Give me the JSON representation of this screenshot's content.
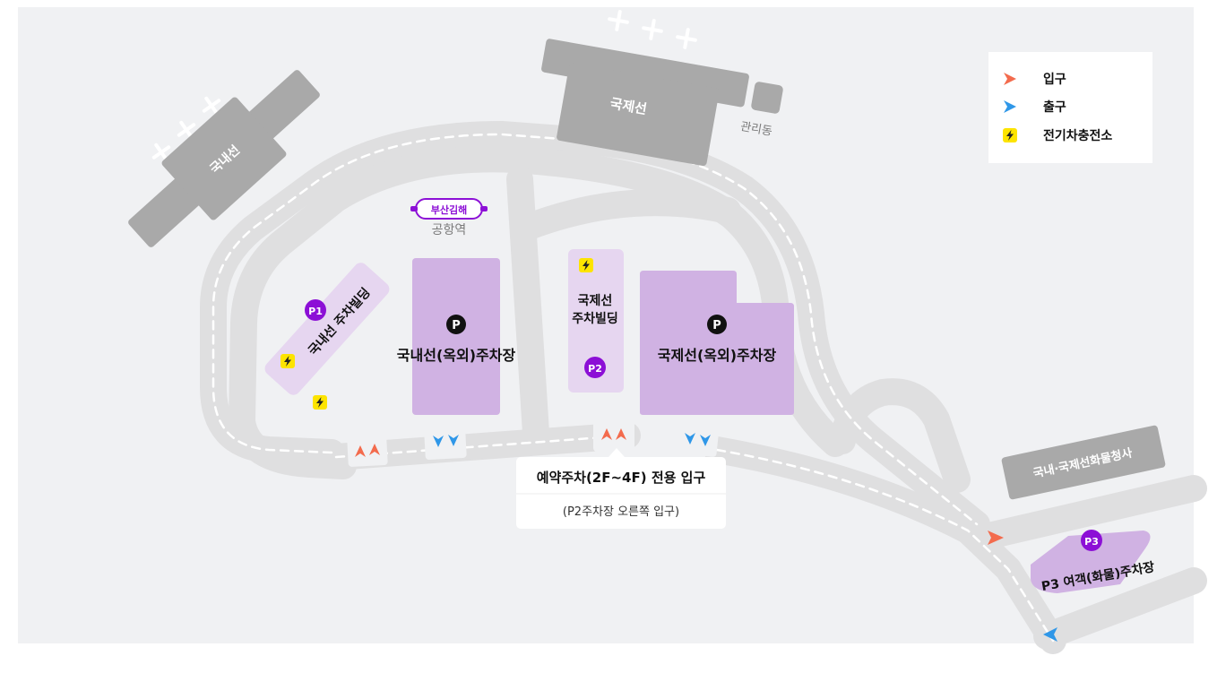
{
  "map": {
    "buildings": {
      "domestic_terminal": "국내선",
      "international_terminal": "국제선",
      "management_building": "관리동",
      "cargo_office": "국내·국제선화물청사"
    },
    "station": {
      "badge": "부산김해",
      "name": "공항역"
    },
    "parking": {
      "p1": {
        "badge": "P1",
        "name": "국내선 주차빌딩"
      },
      "p2": {
        "badge": "P2",
        "name_line1": "국제선",
        "name_line2": "주차빌딩"
      },
      "p3": {
        "badge": "P3",
        "name": "P3 여객(화물)주차장"
      },
      "domestic_outdoor": {
        "badge": "P",
        "name": "국내선(옥외)주차장"
      },
      "international_outdoor": {
        "badge": "P",
        "name": "국제선(옥외)주차장"
      }
    },
    "callout": {
      "title": "예약주차(2F~4F) 전용 입구",
      "subtitle": "(P2주차장 오른쪽 입구)"
    }
  },
  "legend": {
    "entrance": "입구",
    "exit": "출구",
    "ev_charging": "전기차충전소"
  },
  "colors": {
    "background": "#f0f1f3",
    "road": "#dfdfe0",
    "building": "#a9a9a9",
    "parking_fill": "#d0b2e3",
    "parking_building_fill": "#e6d6f0",
    "badge_purple": "#8c0fd6",
    "entrance_arrow": "#f36b4d",
    "exit_arrow": "#2f97e8",
    "ev_icon": "#fde400"
  }
}
